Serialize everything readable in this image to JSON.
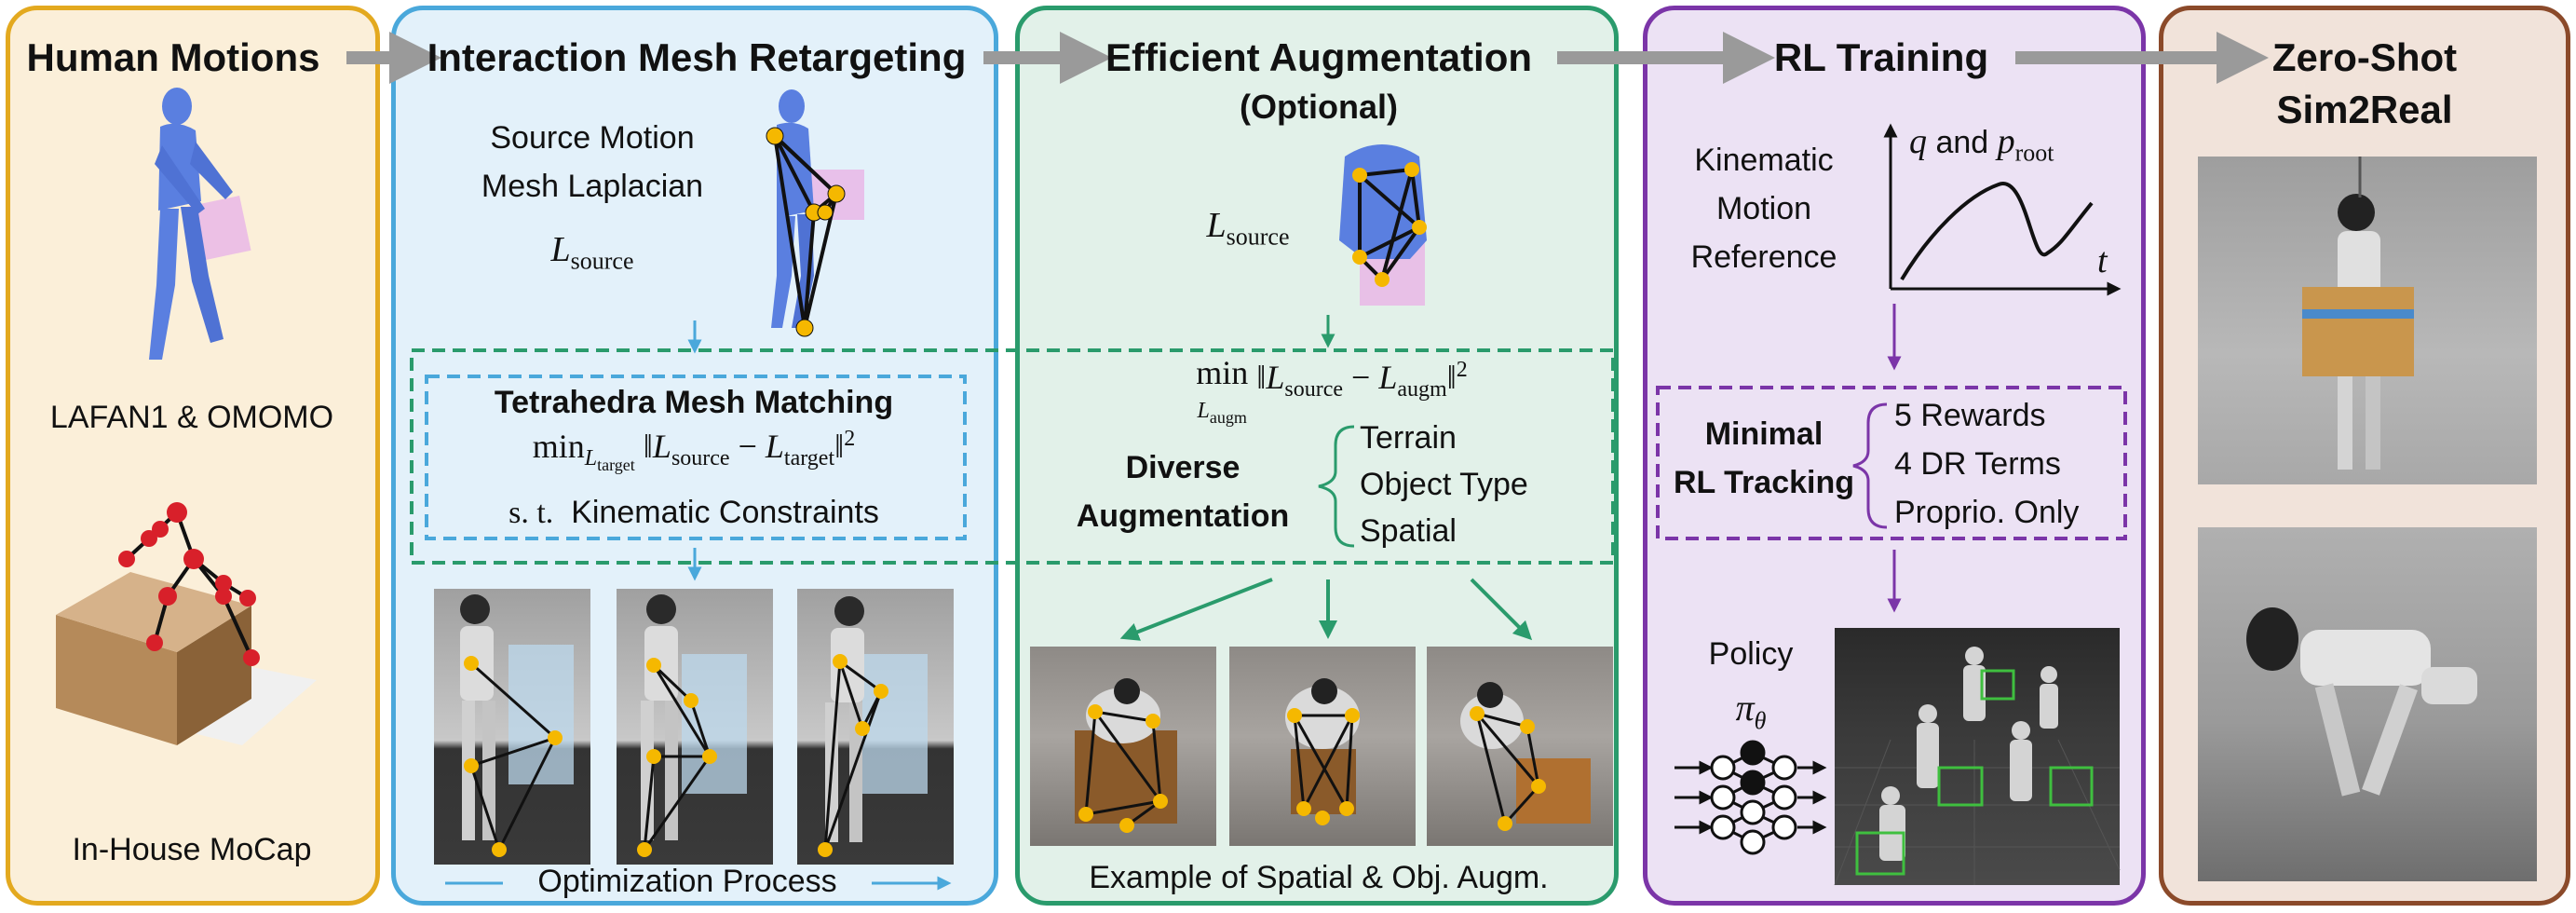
{
  "colors": {
    "human_border": "#e3a91f",
    "human_bg": "#fbefd9",
    "retarget_border": "#4aa8db",
    "retarget_bg": "#e3f1fa",
    "augment_border": "#2a9b6c",
    "augment_bg": "#e2f1e9",
    "rl_border": "#7b35a8",
    "rl_bg": "#ece2f4",
    "sim2real_border": "#8b4a2a",
    "sim2real_bg": "#f1e3da",
    "arrow": "#9a9a9a",
    "joint": "#f5b800"
  },
  "human": {
    "title": "Human Motions",
    "caption1": "LAFAN1 & OMOMO",
    "caption2": "In-House MoCap"
  },
  "retarget": {
    "title": "Interaction Mesh Retargeting",
    "source_line1": "Source Motion",
    "source_line2": "Mesh Laplacian",
    "L_symbol": "L",
    "L_sub": "source",
    "box_title": "Tetrahedra Mesh Matching",
    "min_text": "min",
    "min_sub_L": "L",
    "min_sub_sub": "target",
    "norm_L1": "L",
    "norm_L1_sub": "source",
    "norm_minus": " − ",
    "norm_L2": "L",
    "norm_L2_sub": "target",
    "norm_exp": "2",
    "st_text": "s. t.",
    "constraints": "Kinematic Constraints",
    "optimization": "Optimization Process"
  },
  "augment": {
    "title": "Efficient Augmentation",
    "subtitle": "(Optional)",
    "L_symbol": "L",
    "L_sub": "source",
    "min_text": "min",
    "min_sub_L": "L",
    "min_sub_sub": "augm",
    "norm_L1": "L",
    "norm_L1_sub": "source",
    "norm_minus": " − ",
    "norm_L2": "L",
    "norm_L2_sub": "augm",
    "norm_exp": "2",
    "diverse1": "Diverse",
    "diverse2": "Augmentation",
    "items": [
      "Terrain",
      "Object Type",
      "Spatial"
    ],
    "example": "Example of Spatial & Obj. Augm."
  },
  "rl": {
    "title": "RL Training",
    "ref1": "Kinematic",
    "ref2": "Motion",
    "ref3": "Reference",
    "q": "q",
    "and": " and ",
    "p": "p",
    "p_sub": "root",
    "t": "t",
    "minimal1": "Minimal",
    "minimal2": "RL Tracking",
    "items": [
      "5 Rewards",
      "4 DR Terms",
      "Proprio. Only"
    ],
    "policy": "Policy",
    "pi": "π",
    "pi_sub": "θ"
  },
  "sim2real": {
    "title1": "Zero-Shot",
    "title2": "Sim2Real"
  }
}
